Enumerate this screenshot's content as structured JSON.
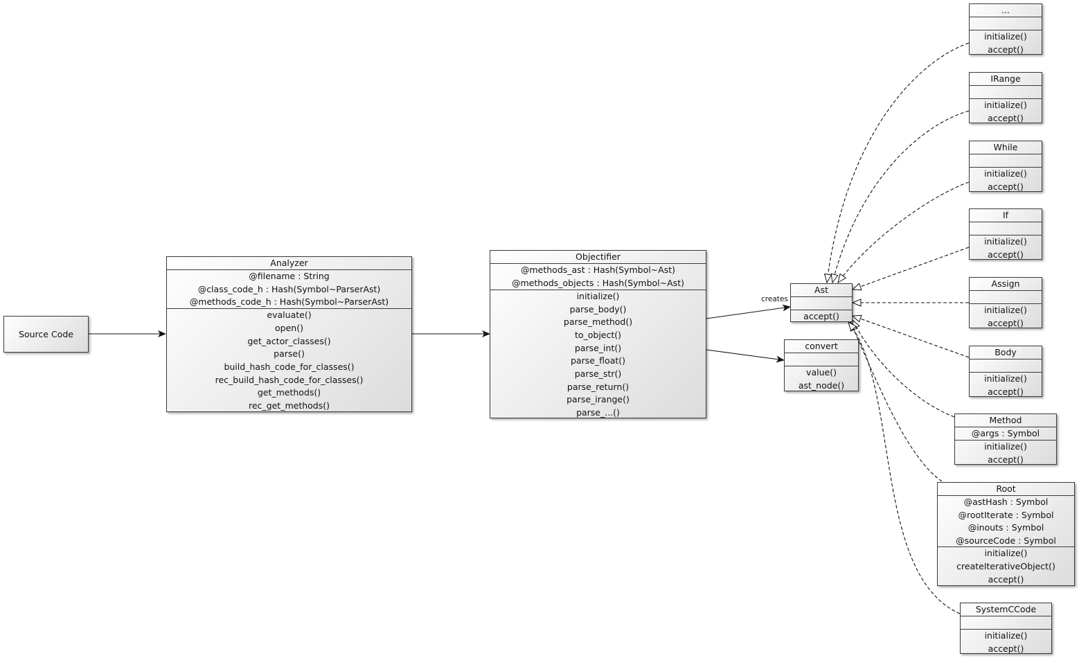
{
  "source": {
    "label": "Source Code"
  },
  "analyzer": {
    "name": "Analyzer",
    "attributes": [
      "@filename : String",
      "@class_code_h : Hash(Symbol~ParserAst)",
      "@methods_code_h : Hash(Symbol~ParserAst)"
    ],
    "methods": [
      "evaluate()",
      "open()",
      "get_actor_classes()",
      "parse()",
      "build_hash_code_for_classes()",
      "rec_build_hash_code_for_classes()",
      "get_methods()",
      "rec_get_methods()"
    ]
  },
  "objectifier": {
    "name": "Objectifier",
    "attributes": [
      "@methods_ast : Hash(Symbol~Ast)",
      "@methods_objects : Hash(Symbol~Ast)"
    ],
    "methods": [
      "initialize()",
      "parse_body()",
      "parse_method()",
      "to_object()",
      "parse_int()",
      "parse_float()",
      "parse_str()",
      "parse_return()",
      "parse_irange()",
      "parse_...()"
    ]
  },
  "ast": {
    "name": "Ast",
    "attributes": [],
    "methods": [
      "accept()"
    ]
  },
  "convert": {
    "name": "convert",
    "attributes": [],
    "methods": [
      "value()",
      "ast_node()"
    ]
  },
  "edge_labels": {
    "creates": "creates"
  },
  "subclasses": [
    {
      "name": "...",
      "attributes": [],
      "methods": [
        "initialize()",
        "accept()"
      ]
    },
    {
      "name": "IRange",
      "attributes": [],
      "methods": [
        "initialize()",
        "accept()"
      ]
    },
    {
      "name": "While",
      "attributes": [],
      "methods": [
        "initialize()",
        "accept()"
      ]
    },
    {
      "name": "If",
      "attributes": [],
      "methods": [
        "initialize()",
        "accept()"
      ]
    },
    {
      "name": "Assign",
      "attributes": [],
      "methods": [
        "initialize()",
        "accept()"
      ]
    },
    {
      "name": "Body",
      "attributes": [],
      "methods": [
        "initialize()",
        "accept()"
      ]
    },
    {
      "name": "Method",
      "attributes": [
        "@args : Symbol"
      ],
      "methods": [
        "initialize()",
        "accept()"
      ]
    },
    {
      "name": "Root",
      "attributes": [
        "@astHash : Symbol",
        "@rootIterate : Symbol",
        "@inouts : Symbol",
        "@sourceCode : Symbol"
      ],
      "methods": [
        "initialize()",
        "createIterativeObject()",
        "accept()"
      ]
    },
    {
      "name": "SystemCCode",
      "attributes": [],
      "methods": [
        "initialize()",
        "accept()"
      ]
    }
  ]
}
